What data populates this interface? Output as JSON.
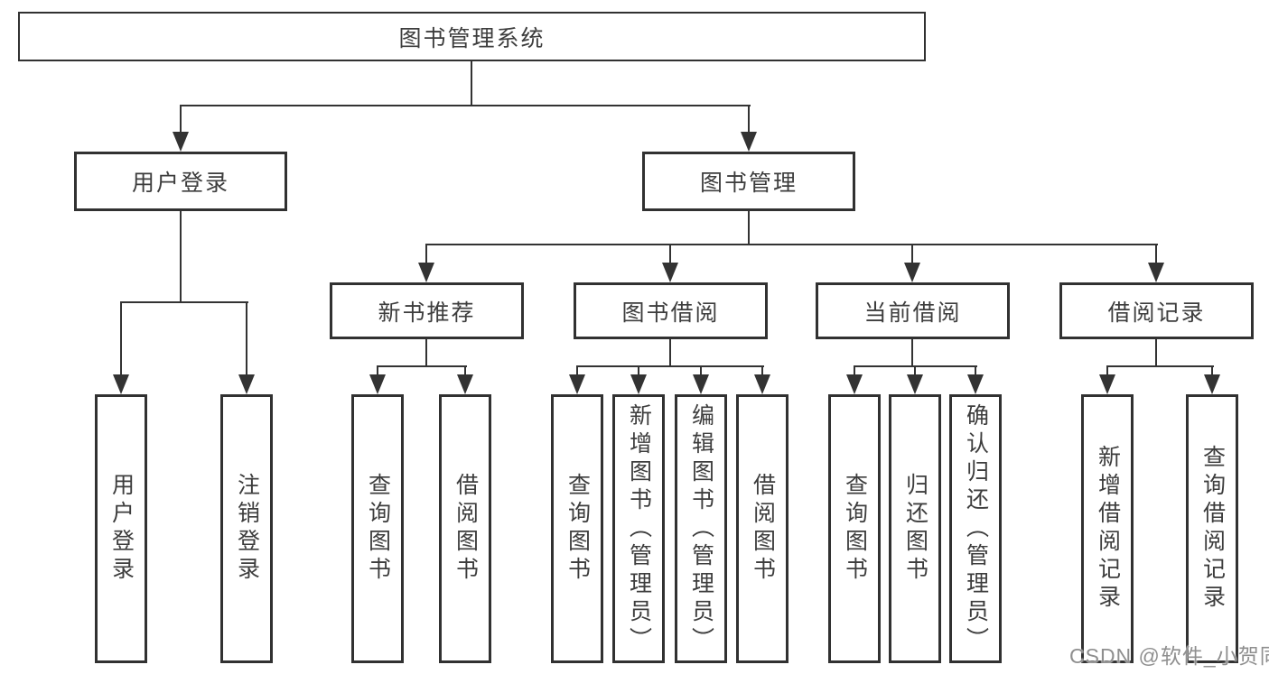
{
  "diagram": {
    "root": {
      "label": "图书管理系统"
    },
    "level2": {
      "user_login": {
        "label": "用户登录"
      },
      "book_management": {
        "label": "图书管理"
      }
    },
    "level3": {
      "new_book_recommend": {
        "label": "新书推荐"
      },
      "book_borrow": {
        "label": "图书借阅"
      },
      "current_borrow": {
        "label": "当前借阅"
      },
      "borrow_records": {
        "label": "借阅记录"
      }
    },
    "leaves": {
      "user_login": [
        "用户登录",
        "注销登录"
      ],
      "new_book_recommend": [
        "查询图书",
        "借阅图书"
      ],
      "book_borrow": [
        "查询图书",
        "新增图书（管理员）",
        "编辑图书（管理员）",
        "借阅图书"
      ],
      "current_borrow": [
        "查询图书",
        "归还图书",
        "确认归还（管理员）"
      ],
      "borrow_records": [
        "新增借阅记录",
        "查询借阅记录"
      ]
    }
  },
  "watermark": {
    "text": "CSDN @软件_小贺同学",
    "color": "#8f8f8f"
  },
  "colors": {
    "line": "#333333",
    "text": "#3d3d3d",
    "background": "#ffffff"
  }
}
